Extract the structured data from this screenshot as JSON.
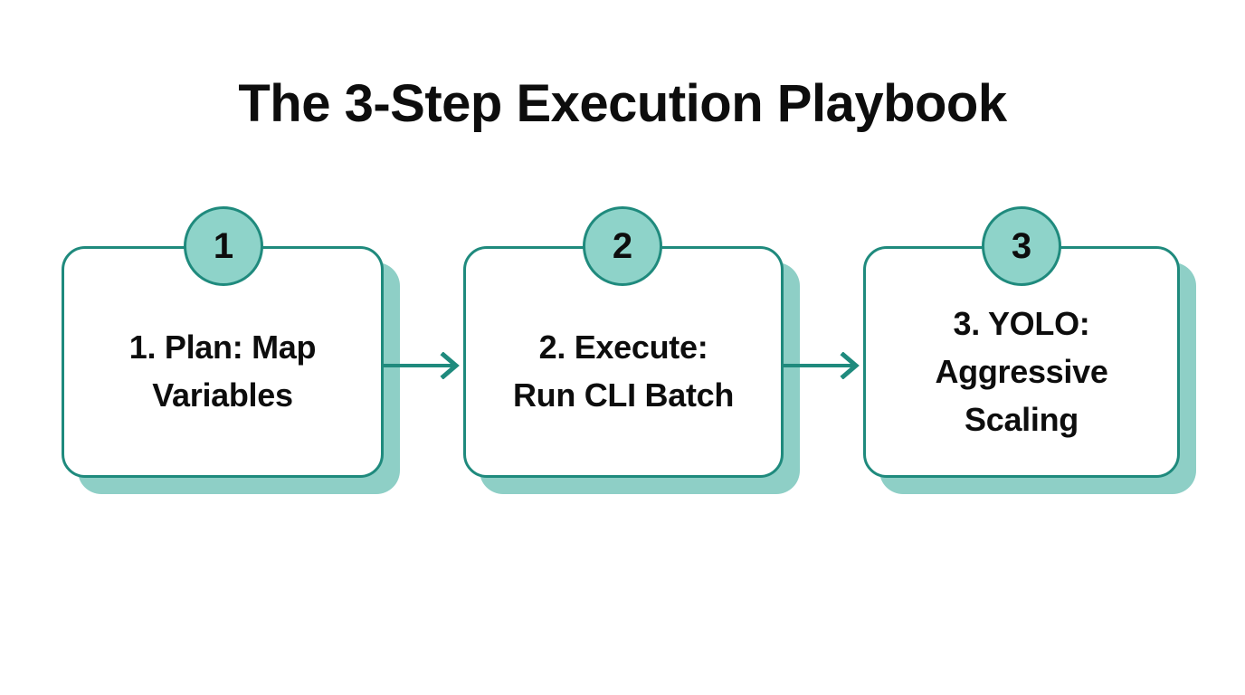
{
  "page": {
    "background_color": "#ffffff",
    "title": "The 3-Step Execution Playbook"
  },
  "theme": {
    "border_color": "#1f8a7d",
    "shadow_color": "#8ecfc6",
    "badge_fill": "#8ed3c9",
    "text_color": "#0d0d0d",
    "arrow_color": "#1f8a7d"
  },
  "flow": {
    "steps": [
      {
        "badge": "1",
        "label": "1. Plan: Map\nVariables"
      },
      {
        "badge": "2",
        "label": "2. Execute:\nRun CLI Batch"
      },
      {
        "badge": "3",
        "label": "3. YOLO:\nAggressive\nScaling"
      }
    ],
    "connectors": [
      {
        "name": "arrow-step1-to-step2"
      },
      {
        "name": "arrow-step2-to-step3"
      }
    ]
  }
}
